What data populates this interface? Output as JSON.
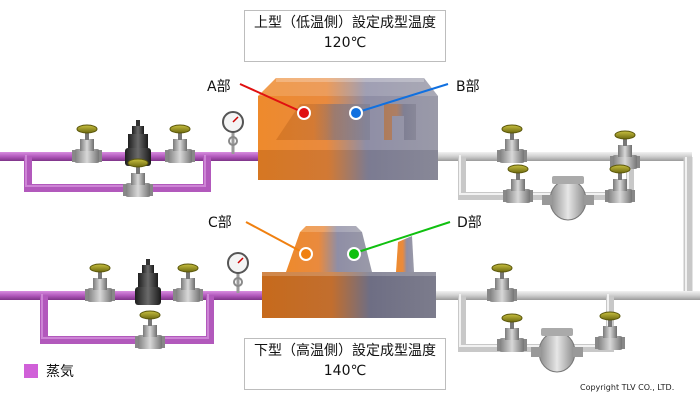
{
  "captions": {
    "top": {
      "line1": "上型（低温側）設定成型温度",
      "line2": "120℃"
    },
    "bottom": {
      "line1": "下型（高温側）設定成型温度",
      "line2": "140℃"
    }
  },
  "parts": {
    "A": {
      "label": "A部",
      "color": "#e01010"
    },
    "B": {
      "label": "B部",
      "color": "#1070e0"
    },
    "C": {
      "label": "C部",
      "color": "#f08010"
    },
    "D": {
      "label": "D部",
      "color": "#10c010"
    }
  },
  "legend": {
    "label": "蒸気",
    "color": "#d060d8"
  },
  "copyright": "Copyright TLV CO., LTD.",
  "colors": {
    "steam_pipe": "#b85ec0",
    "condensate_pipe": "#d4d4d4",
    "mold_hot": "#f08a30",
    "mold_cool": "#8a8aa0"
  }
}
